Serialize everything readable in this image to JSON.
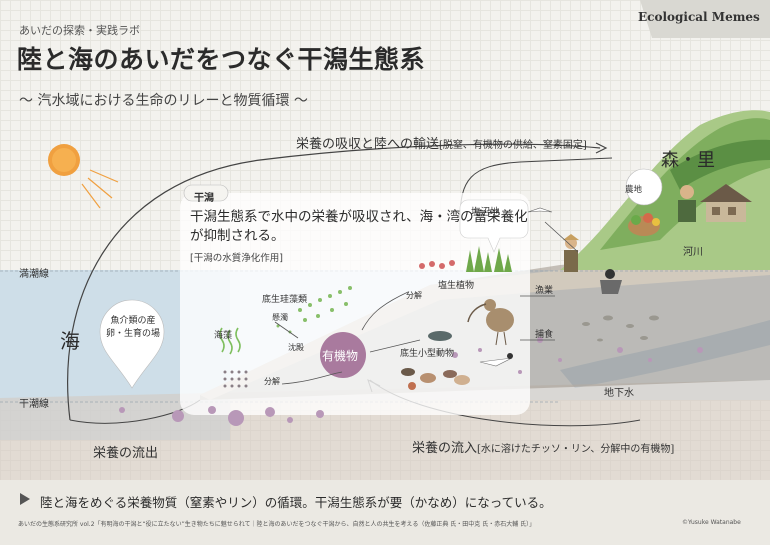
{
  "header": {
    "series": "あいだの探索・実践ラボ",
    "title": "陸と海のあいだをつなぐ干潟生態系",
    "subtitle": "〜 汽水域における生命のリレーと物質循環 〜",
    "brand": "Ecological Memes"
  },
  "flows": {
    "top_main": "栄養の吸収と陸への輸送",
    "top_note": "[脱窒、有機物の供給、窒素固定]",
    "outflow": "栄養の流出",
    "inflow_main": "栄養の流入",
    "inflow_note": "[水に溶けたチッソ・リン、分解中の有機物]"
  },
  "places": {
    "forest": "森・里",
    "farmland": "農地",
    "river": "河川",
    "high_tide": "満潮線",
    "low_tide": "干潮線",
    "sea": "海",
    "habitat": "魚介類の産卵・生育の場",
    "groundwater": "地下水"
  },
  "box": {
    "heading": "干潟",
    "main": "干潟生態系で水中の栄養が吸収され、海・湾の富栄養化が抑制される。",
    "note": "[干潟の水質浄化作用]",
    "salt_marsh": "塩沼地"
  },
  "labels": {
    "diatoms": "底生珪藻類",
    "suspended": "懸濁",
    "settling": "沈殿",
    "seaweed": "海藻",
    "decompose": "分解",
    "organic": "有機物",
    "benthic_animals": "底生小型動物",
    "salt_plants": "塩生植物",
    "fishery": "漁業",
    "predation": "捕食"
  },
  "footer": {
    "summary": "陸と海をめぐる栄養物質（窒素やリン）の循環。干潟生態系が要（かなめ）になっている。",
    "citation": "あいだの生態系研究所 vol.2「有明海の干潟と“役に立たない”生き物たちに魅せられて｜陸と海のあいだをつなぐ干潟から、自然と人の共生を考える（佐藤正典 氏・田中克 氏・赤石大輔 氏）」",
    "credit": "©Yusuke Watanabe"
  },
  "colors": {
    "sea": "#c6d9e6",
    "land": "#9d9489",
    "forest": "#7fae5e",
    "organic_matter": "#a97a9e",
    "nutrient_dots": "#b898b8",
    "sun": "#f0a040"
  }
}
